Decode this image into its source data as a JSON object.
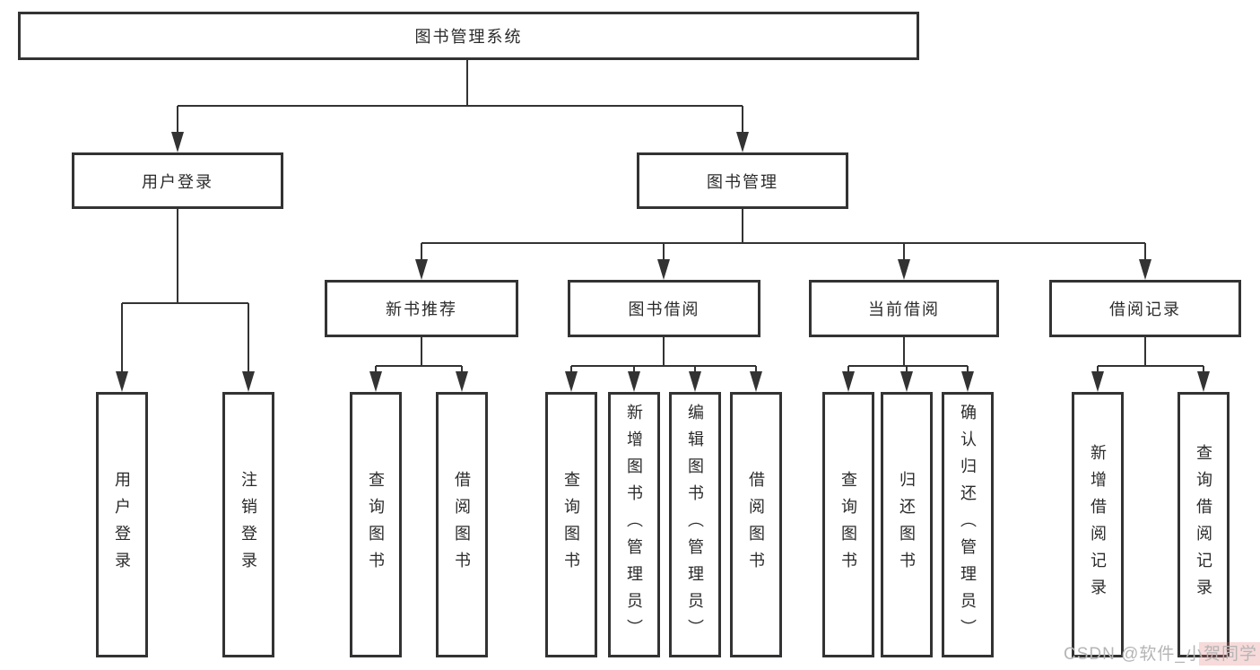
{
  "colors": {
    "background": "#ffffff",
    "box_border": "#333333",
    "line": "#333333",
    "text": "#2b2b2b",
    "watermark_text": "#b5b5b5",
    "watermark_highlight": "#e06c6c"
  },
  "tree": {
    "root": {
      "label": "图书管理系统"
    },
    "level2": [
      {
        "label": "用户登录"
      },
      {
        "label": "图书管理"
      }
    ],
    "level3": [
      {
        "label": "新书推荐"
      },
      {
        "label": "图书借阅"
      },
      {
        "label": "当前借阅"
      },
      {
        "label": "借阅记录"
      }
    ],
    "leaves": [
      {
        "label": "用户登录"
      },
      {
        "label": "注销登录"
      },
      {
        "label": "查询图书"
      },
      {
        "label": "借阅图书"
      },
      {
        "label": "查询图书"
      },
      {
        "label": "新增图书（管理员）"
      },
      {
        "label": "编辑图书（管理员）"
      },
      {
        "label": "借阅图书"
      },
      {
        "label": "查询图书"
      },
      {
        "label": "归还图书"
      },
      {
        "label": "确认归还（管理员）"
      },
      {
        "label": "新增借阅记录"
      },
      {
        "label": "查询借阅记录"
      }
    ]
  },
  "watermark": {
    "text": "CSDN @软件_小贺同学"
  }
}
